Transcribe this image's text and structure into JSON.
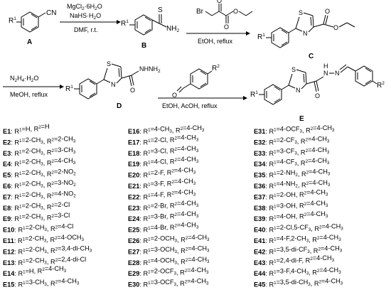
{
  "scheme": {
    "labels": {
      "A": "A",
      "B": "B",
      "C": "C",
      "D": "D",
      "E": "E"
    },
    "atoms": {
      "R1": "R",
      "R1_sup": "1",
      "R2": "R",
      "R2_sup": "2",
      "CN": "CN",
      "S": "S",
      "NH2": "NH",
      "NH2_sub": "2",
      "O": "O",
      "N": "N",
      "Br": "Br",
      "NHNH2": "NHNH",
      "NHNH2_sub": "2",
      "HN_N": "N",
      "H": "H"
    },
    "reagents": {
      "step1_line1": "MgCl",
      "step1_line1_sub": "2",
      "step1_line1_rest": "·6H",
      "step1_line1_sub2": "2",
      "step1_line1_end": "O",
      "step1_line2": "NaHS·H",
      "step1_line2_sub": "2",
      "step1_line2_end": "O",
      "step1_line3": "DMF, r.t.",
      "step2": "EtOH, reflux",
      "step3_line1": "N",
      "step3_line1_sub": "2",
      "step3_line1_mid": "H",
      "step3_line1_sub2": "4",
      "step3_line1_end": "·H",
      "step3_line1_sub3": "2",
      "step3_line1_end2": "O",
      "step3_line2": "MeOH, reflux",
      "step4": "EtOH, AcOH, reflux"
    }
  },
  "compounds": [
    {
      "id": "E1",
      "text": ": R1=H, R2=H"
    },
    {
      "id": "E2",
      "text": ": R1=2-CH3, R2=2-CH3"
    },
    {
      "id": "E3",
      "text": ": R1=2-CH3, R2=3-CH3"
    },
    {
      "id": "E4",
      "text": ": R1=2-CH3, R2=4-CH3"
    },
    {
      "id": "E5",
      "text": ": R1=2-CH3, R2=2-NO2"
    },
    {
      "id": "E6",
      "text": ": R1=2-CH3, R2=3-NO2"
    },
    {
      "id": "E7",
      "text": ": R1=2-CH3, R2=4-NO2"
    },
    {
      "id": "E8",
      "text": ": R1=2-CH3, R2=2-Cl"
    },
    {
      "id": "E9",
      "text": ": R1=2-CH3, R2=3-Cl"
    },
    {
      "id": "E10",
      "text": ": R1=2-CH3, R2=4-Cl"
    },
    {
      "id": "E11",
      "text": ": R1=2-CH3, R2=4-OCH3"
    },
    {
      "id": "E12",
      "text": ": R1=2-CH3, R2=3,4-di-CH3"
    },
    {
      "id": "E13",
      "text": ": R1=2-CH3, R2=2,4-di-Cl"
    },
    {
      "id": "E14",
      "text": ": R1=H, R2=4-CH3"
    },
    {
      "id": "E15",
      "text": ": R1=3-CH3, R2=4-CH3"
    },
    {
      "id": "E16",
      "text": ": R1=4-CH3, R2=4-CH3"
    },
    {
      "id": "E17",
      "text": ": R1=2-Cl, R2=4-CH3"
    },
    {
      "id": "E18",
      "text": ": R1=3-Cl, R2=4-CH3"
    },
    {
      "id": "E19",
      "text": ": R1=4-Cl, R2=4-CH3"
    },
    {
      "id": "E20",
      "text": ": R1=2-F, R2=4-CH3"
    },
    {
      "id": "E21",
      "text": ": R1=3-F, R2=4-CH3"
    },
    {
      "id": "E22",
      "text": ": R1=4-F, R2=4-CH3"
    },
    {
      "id": "E23",
      "text": ": R1=2-Br, R2=4-CH3"
    },
    {
      "id": "E24",
      "text": ": R1=3-Br, R2=4-CH3"
    },
    {
      "id": "E25",
      "text": ": R1=4-Br, R2=4-CH3"
    },
    {
      "id": "E26",
      "text": ": R1=2-OCH3, R2=4-CH3"
    },
    {
      "id": "E27",
      "text": ": R1=3-OCH3, R2=4-CH3"
    },
    {
      "id": "E28",
      "text": ": R1=4-OCH3, R2=4-CH3"
    },
    {
      "id": "E29",
      "text": ": R1=2-OCF3, R2=4-CH3"
    },
    {
      "id": "E30",
      "text": ": R1=3-OCF3, R2=4-CH3"
    },
    {
      "id": "E31",
      "text": ": R1=4-OCF3, R2=4-CH3"
    },
    {
      "id": "E32",
      "text": ": R1=2-CF3, R2=4-CH3"
    },
    {
      "id": "E33",
      "text": ": R1=3-CF3, R2=4-CH3"
    },
    {
      "id": "E34",
      "text": ": R1=4-CF3, R2=4-CH3"
    },
    {
      "id": "E35",
      "text": ": R1=2-NH2, R2=4-CH3"
    },
    {
      "id": "E36",
      "text": ": R1=4-NH2, R2=4-CH3"
    },
    {
      "id": "E37",
      "text": ": R1=2-OH, R2=4-CH3"
    },
    {
      "id": "E38",
      "text": ": R1=3-OH, R2=4-CH3"
    },
    {
      "id": "E39",
      "text": ": R1=4-OH, R2=4-CH3"
    },
    {
      "id": "E40",
      "text": ": R1=2-Cl,5-CF3, R2=4-CH3"
    },
    {
      "id": "E41",
      "text": ": R1=4-F,2-CH3, R2=4-CH3"
    },
    {
      "id": "E42",
      "text": ": R1=3,5-di-CF3, R2=4-CH3"
    },
    {
      "id": "E43",
      "text": ": R1=2,4-di-F, R2=4-CH3"
    },
    {
      "id": "E44",
      "text": ": R1=3-F,4-CH3, R2=4-CH3"
    },
    {
      "id": "E45",
      "text": ": R1=3,5-di-CH3, R2=4-CH3"
    }
  ]
}
